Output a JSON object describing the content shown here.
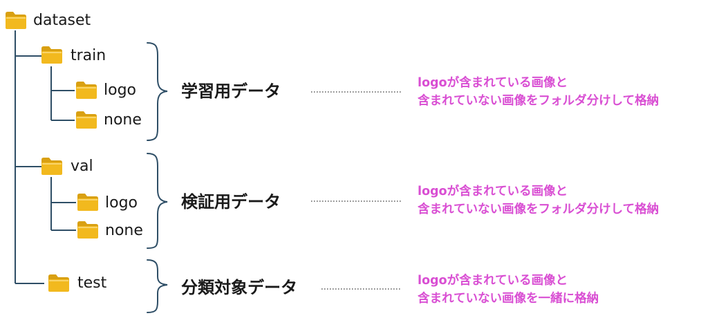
{
  "colors": {
    "tree_line": "#2e4e66",
    "folder_body": "#f2b91e",
    "folder_tab": "#d9a012",
    "dotted": "#555555",
    "note_text": "#d94fd3",
    "label_text": "#1a1a1a"
  },
  "tree": {
    "root": {
      "name": "dataset",
      "icon": "folder-icon"
    },
    "train": {
      "name": "train",
      "icon": "folder-icon",
      "children": [
        {
          "name": "logo",
          "icon": "folder-icon"
        },
        {
          "name": "none",
          "icon": "folder-icon"
        }
      ]
    },
    "val": {
      "name": "val",
      "icon": "folder-icon",
      "children": [
        {
          "name": "logo",
          "icon": "folder-icon"
        },
        {
          "name": "none",
          "icon": "folder-icon"
        }
      ]
    },
    "test": {
      "name": "test",
      "icon": "folder-icon"
    }
  },
  "groups": [
    {
      "label": "学習用データ",
      "note": [
        "logoが含まれている画像と",
        "含まれていない画像をフォルダ分けして格納"
      ]
    },
    {
      "label": "検証用データ",
      "note": [
        "logoが含まれている画像と",
        "含まれていない画像をフォルダ分けして格納"
      ]
    },
    {
      "label": "分類対象データ",
      "note": [
        "logoが含まれている画像と",
        "含まれていない画像を一緒に格納"
      ]
    }
  ]
}
